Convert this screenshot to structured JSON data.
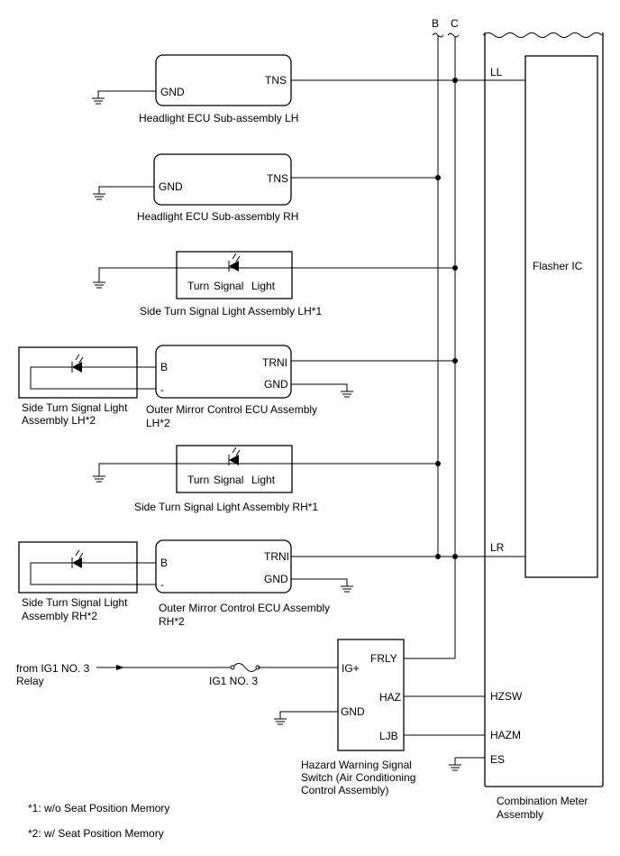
{
  "buses": {
    "b": "B",
    "c": "C"
  },
  "headlight_lh": {
    "gnd": "GND",
    "tns": "TNS",
    "title": "Headlight ECU Sub-assembly LH"
  },
  "headlight_rh": {
    "gnd": "GND",
    "tns": "TNS",
    "title": "Headlight ECU Sub-assembly RH"
  },
  "turn_lh1": {
    "inner_a": "Turn",
    "inner_b": "Signal",
    "inner_c": "Light",
    "title": "Side Turn Signal Light Assembly LH*1"
  },
  "turn_rh1": {
    "inner_a": "Turn",
    "inner_b": "Signal",
    "inner_c": "Light",
    "title": "Side Turn Signal Light Assembly RH*1"
  },
  "side_lh2": {
    "title_1": "Side Turn Signal Light",
    "title_2": "Assembly LH*2"
  },
  "side_rh2": {
    "title_1": "Side Turn Signal Light",
    "title_2": "Assembly RH*2"
  },
  "mirror_lh": {
    "b": "B",
    "minus": "-",
    "trni": "TRNI",
    "gnd": "GND",
    "title_1": "Outer Mirror Control ECU Assembly",
    "title_2": "LH*2"
  },
  "mirror_rh": {
    "b": "B",
    "minus": "-",
    "trni": "TRNI",
    "gnd": "GND",
    "title_1": "Outer Mirror Control ECU Assembly",
    "title_2": "RH*2"
  },
  "hazard": {
    "frly": "FRLY",
    "ig": "IG+",
    "haz": "HAZ",
    "gnd": "GND",
    "ljb": "LJB",
    "title_1": "Hazard Warning Signal",
    "title_2": "Switch (Air Conditioning",
    "title_3": "Control Assembly)"
  },
  "supply": {
    "from_1": "from IG1 NO. 3",
    "from_2": "Relay",
    "fuse": "IG1 NO. 3"
  },
  "meter": {
    "ll": "LL",
    "lr": "LR",
    "hzsw": "HZSW",
    "hazm": "HAZM",
    "es": "ES",
    "flasher": "Flasher IC",
    "title_1": "Combination Meter",
    "title_2": "Assembly"
  },
  "notes": {
    "n1": "*1: w/o Seat Position Memory",
    "n2": "*2: w/ Seat Position Memory"
  }
}
